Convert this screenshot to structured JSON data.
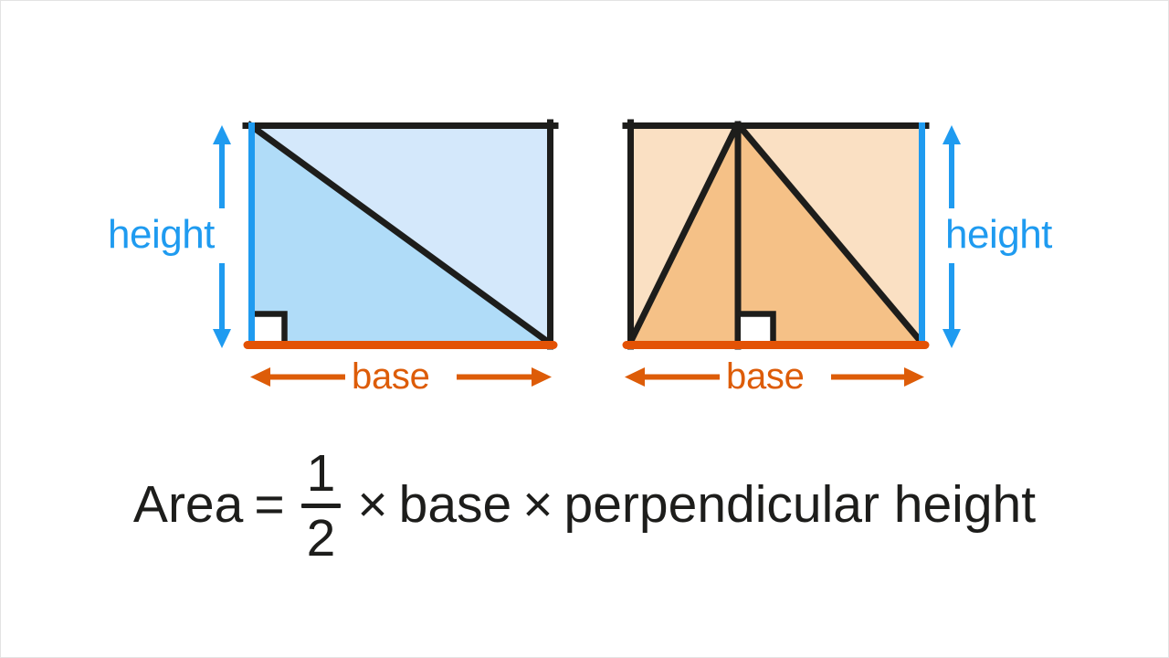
{
  "diagram": {
    "title": "Area of a triangle diagram",
    "colors": {
      "blue_stroke": "#1f9bf0",
      "orange_stroke": "#e35205",
      "dark_stroke": "#1d1d1b",
      "blue_fill_dark": "#b0dcf8",
      "blue_fill_light": "#d4e8fb",
      "orange_fill_dark": "#f5c187",
      "orange_fill_light": "#fae0c3",
      "text_dark": "#1d1d1b",
      "height_label_color": "#1f9bf0",
      "base_label_color": "#dd5c08",
      "background": "#ffffff",
      "right_angle_fill": "#ffffff"
    },
    "left_figure": {
      "name": "right-triangle-in-rectangle",
      "height_label": "height",
      "base_label": "base",
      "shape": "rectangle split by a diagonal into two right triangles",
      "right_angle_marker": true
    },
    "right_figure": {
      "name": "triangle-in-rectangle",
      "height_label": "height",
      "base_label": "base",
      "shape": "rectangle containing a triangle with apex on the top edge and a perpendicular height line",
      "right_angle_marker": true
    }
  },
  "formula": {
    "area_word": "Area",
    "equals": "=",
    "fraction_numerator": "1",
    "fraction_denominator": "2",
    "times_1": "×",
    "base_word": "base",
    "times_2": "×",
    "perpendicular_height_words": "perpendicular height",
    "full_text": "Area = 1/2 × base × perpendicular height"
  }
}
